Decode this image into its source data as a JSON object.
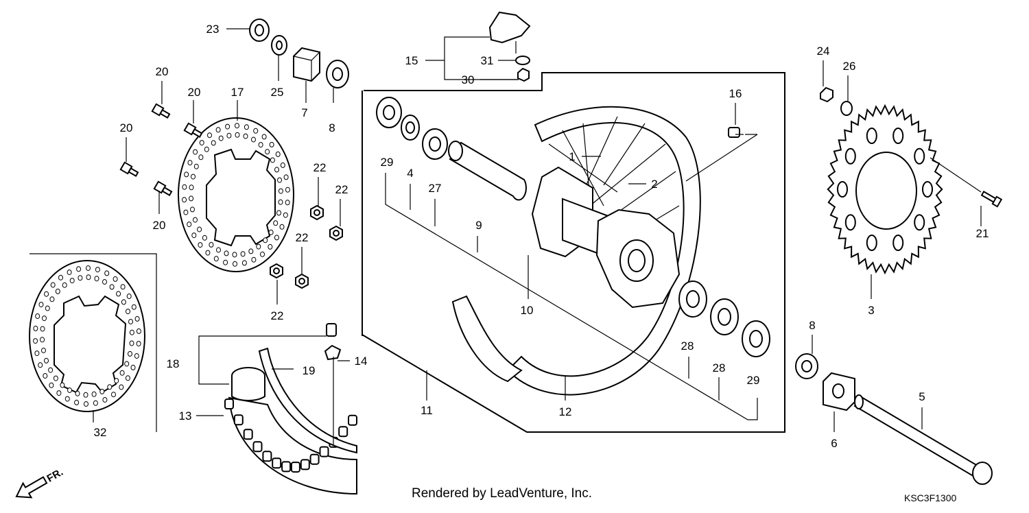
{
  "diagram": {
    "credit": "Rendered by LeadVenture, Inc.",
    "code": "KSC3F1300",
    "direction_label": "FR.",
    "callouts": [
      "1",
      "2",
      "3",
      "4",
      "5",
      "6",
      "7",
      "8",
      "8",
      "9",
      "10",
      "11",
      "12",
      "13",
      "14",
      "15",
      "16",
      "17",
      "18",
      "19",
      "20",
      "20",
      "20",
      "20",
      "21",
      "22",
      "22",
      "22",
      "22",
      "23",
      "24",
      "25",
      "26",
      "27",
      "28",
      "28",
      "29",
      "29",
      "30",
      "31",
      "32"
    ],
    "icons": {
      "direction": "front-arrow-icon"
    }
  }
}
